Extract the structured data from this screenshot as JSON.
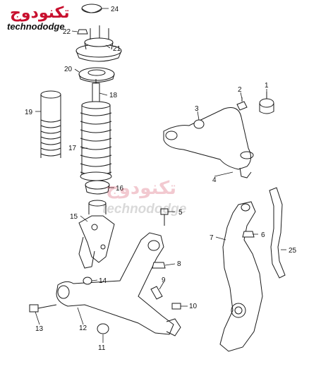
{
  "logo": {
    "arabic": "تكنودوج",
    "latin": "technododge"
  },
  "watermark": {
    "arabic": "تكنودوج",
    "latin": "technododge"
  },
  "callouts": [
    {
      "id": "1",
      "label": "1"
    },
    {
      "id": "2",
      "label": "2"
    },
    {
      "id": "3",
      "label": "3"
    },
    {
      "id": "4",
      "label": "4"
    },
    {
      "id": "5",
      "label": "5"
    },
    {
      "id": "6",
      "label": "6"
    },
    {
      "id": "7",
      "label": "7"
    },
    {
      "id": "8",
      "label": "8"
    },
    {
      "id": "9",
      "label": "9"
    },
    {
      "id": "10",
      "label": "10"
    },
    {
      "id": "11",
      "label": "11"
    },
    {
      "id": "12",
      "label": "12"
    },
    {
      "id": "13",
      "label": "13"
    },
    {
      "id": "14",
      "label": "14"
    },
    {
      "id": "15",
      "label": "15"
    },
    {
      "id": "16",
      "label": "16"
    },
    {
      "id": "17",
      "label": "17"
    },
    {
      "id": "18",
      "label": "18"
    },
    {
      "id": "19",
      "label": "19"
    },
    {
      "id": "20",
      "label": "20"
    },
    {
      "id": "21",
      "label": "21"
    },
    {
      "id": "22",
      "label": "22"
    },
    {
      "id": "24",
      "label": "24"
    },
    {
      "id": "25",
      "label": "25"
    }
  ],
  "colors": {
    "line": "#1a1a1a",
    "logo_red": "#c8102e"
  }
}
